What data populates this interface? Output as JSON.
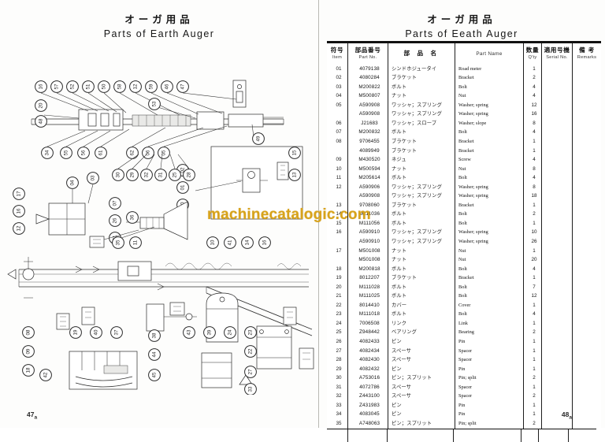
{
  "left_page": {
    "title_jp": "オーガ用品",
    "title_en": "Parts of Earth Auger",
    "page_number": "47",
    "page_suffix": "a"
  },
  "right_page": {
    "title_jp": "オーガ用品",
    "title_en": "Parts of Eeath Auger",
    "page_number": "48",
    "page_suffix": "a"
  },
  "watermark": "machinecatalogic.com",
  "table": {
    "headers": [
      {
        "jp": "符号",
        "en": "Item"
      },
      {
        "jp": "部品番号",
        "en": "Part No."
      },
      {
        "jp": "部 品 名",
        "en": ""
      },
      {
        "jp": "",
        "en": "Part Name"
      },
      {
        "jp": "数量",
        "en": "Q'ty"
      },
      {
        "jp": "適用号機",
        "en": "Serial No."
      },
      {
        "jp": "備 考",
        "en": "Remarks"
      }
    ],
    "rows": [
      {
        "item": "01",
        "part_no": "4079138",
        "jp_name": "シンドホジュータイ",
        "name": "Road meter",
        "qty": "1",
        "serial": "",
        "remarks": ""
      },
      {
        "item": "02",
        "part_no": "4080284",
        "jp_name": "ブラケット",
        "name": "Bracket",
        "qty": "2",
        "serial": "",
        "remarks": ""
      },
      {
        "item": "03",
        "part_no": "M200822",
        "jp_name": "ボルト",
        "name": "Bolt",
        "qty": "4",
        "serial": "",
        "remarks": ""
      },
      {
        "item": "04",
        "part_no": "M500807",
        "jp_name": "ナット",
        "name": "Nut",
        "qty": "4",
        "serial": "",
        "remarks": ""
      },
      {
        "item": "05",
        "part_no": "A590908",
        "jp_name": "ワッシャ；スプリング",
        "name": "Washer; spring",
        "qty": "12",
        "serial": "",
        "remarks": ""
      },
      {
        "item": "",
        "part_no": "A590908",
        "jp_name": "ワッシャ；スプリング",
        "name": "Washer; spring",
        "qty": "16",
        "serial": "",
        "remarks": ""
      },
      {
        "item": "06",
        "part_no": "J21683",
        "jp_name": "ワッシャ；スロープ",
        "name": "Washer; slope",
        "qty": "8",
        "serial": "",
        "remarks": ""
      },
      {
        "item": "07",
        "part_no": "M200832",
        "jp_name": "ボルト",
        "name": "Bolt",
        "qty": "4",
        "serial": "",
        "remarks": ""
      },
      {
        "item": "08",
        "part_no": "9706455",
        "jp_name": "ブラケット",
        "name": "Bracket",
        "qty": "1",
        "serial": "",
        "remarks": ""
      },
      {
        "item": "",
        "part_no": "4089949",
        "jp_name": "ブラケット",
        "name": "Bracket",
        "qty": "1",
        "serial": "",
        "remarks": ""
      },
      {
        "item": "09",
        "part_no": "M430520",
        "jp_name": "ネジュ",
        "name": "Screw",
        "qty": "4",
        "serial": "",
        "remarks": ""
      },
      {
        "item": "10",
        "part_no": "M500594",
        "jp_name": "ナット",
        "name": "Nut",
        "qty": "8",
        "serial": "",
        "remarks": ""
      },
      {
        "item": "11",
        "part_no": "M205614",
        "jp_name": "ボルト",
        "name": "Bolt",
        "qty": "4",
        "serial": "",
        "remarks": ""
      },
      {
        "item": "12",
        "part_no": "A590906",
        "jp_name": "ワッシャ；スプリング",
        "name": "Washer; spring",
        "qty": "8",
        "serial": "",
        "remarks": ""
      },
      {
        "item": "",
        "part_no": "A590908",
        "jp_name": "ワッシャ；スプリング",
        "name": "Washer; spring",
        "qty": "18",
        "serial": "",
        "remarks": ""
      },
      {
        "item": "13",
        "part_no": "9708060",
        "jp_name": "ブラケット",
        "name": "Bracket",
        "qty": "1",
        "serial": "",
        "remarks": ""
      },
      {
        "item": "14",
        "part_no": "M111036",
        "jp_name": "ボルト",
        "name": "Bolt",
        "qty": "2",
        "serial": "",
        "remarks": ""
      },
      {
        "item": "15",
        "part_no": "M111056",
        "jp_name": "ボルト",
        "name": "Bolt",
        "qty": "1",
        "serial": "",
        "remarks": ""
      },
      {
        "item": "16",
        "part_no": "A590910",
        "jp_name": "ワッシャ；スプリング",
        "name": "Washer; spring",
        "qty": "10",
        "serial": "",
        "remarks": ""
      },
      {
        "item": "",
        "part_no": "A590910",
        "jp_name": "ワッシャ；スプリング",
        "name": "Washer; spring",
        "qty": "26",
        "serial": "",
        "remarks": ""
      },
      {
        "item": "17",
        "part_no": "M501008",
        "jp_name": "ナット",
        "name": "Nut",
        "qty": "1",
        "serial": "",
        "remarks": ""
      },
      {
        "item": "",
        "part_no": "M501008",
        "jp_name": "ナット",
        "name": "Nut",
        "qty": "20",
        "serial": "",
        "remarks": ""
      },
      {
        "item": "18",
        "part_no": "M200818",
        "jp_name": "ボルト",
        "name": "Bolt",
        "qty": "4",
        "serial": "",
        "remarks": ""
      },
      {
        "item": "19",
        "part_no": "8012207",
        "jp_name": "ブラケット",
        "name": "Bracket",
        "qty": "1",
        "serial": "",
        "remarks": ""
      },
      {
        "item": "20",
        "part_no": "M111028",
        "jp_name": "ボルト",
        "name": "Bolt",
        "qty": "7",
        "serial": "",
        "remarks": ""
      },
      {
        "item": "21",
        "part_no": "M111025",
        "jp_name": "ボルト",
        "name": "Bolt",
        "qty": "12",
        "serial": "",
        "remarks": ""
      },
      {
        "item": "22",
        "part_no": "8014410",
        "jp_name": "カバー",
        "name": "Cover",
        "qty": "1",
        "serial": "",
        "remarks": ""
      },
      {
        "item": "23",
        "part_no": "M111018",
        "jp_name": "ボルト",
        "name": "Bolt",
        "qty": "4",
        "serial": "",
        "remarks": ""
      },
      {
        "item": "24",
        "part_no": "7006508",
        "jp_name": "リンク",
        "name": "Link",
        "qty": "1",
        "serial": "",
        "remarks": ""
      },
      {
        "item": "25",
        "part_no": "Z948442",
        "jp_name": "ベアリング",
        "name": "Bearing",
        "qty": "2",
        "serial": "",
        "remarks": ""
      },
      {
        "item": "26",
        "part_no": "4082433",
        "jp_name": "ピン",
        "name": "Pin",
        "qty": "1",
        "serial": "",
        "remarks": ""
      },
      {
        "item": "27",
        "part_no": "4082434",
        "jp_name": "スペーサ",
        "name": "Spacer",
        "qty": "1",
        "serial": "",
        "remarks": ""
      },
      {
        "item": "28",
        "part_no": "4082430",
        "jp_name": "スペーサ",
        "name": "Spacer",
        "qty": "1",
        "serial": "",
        "remarks": ""
      },
      {
        "item": "29",
        "part_no": "4082432",
        "jp_name": "ピン",
        "name": "Pin",
        "qty": "1",
        "serial": "",
        "remarks": ""
      },
      {
        "item": "30",
        "part_no": "A753016",
        "jp_name": "ピン；スプリット",
        "name": "Pin; split",
        "qty": "2",
        "serial": "",
        "remarks": ""
      },
      {
        "item": "31",
        "part_no": "4072786",
        "jp_name": "スペーサ",
        "name": "Spacer",
        "qty": "1",
        "serial": "",
        "remarks": ""
      },
      {
        "item": "32",
        "part_no": "Z443100",
        "jp_name": "スペーサ",
        "name": "Spacer",
        "qty": "2",
        "serial": "",
        "remarks": ""
      },
      {
        "item": "33",
        "part_no": "Z431983",
        "jp_name": "ピン",
        "name": "Pin",
        "qty": "1",
        "serial": "",
        "remarks": ""
      },
      {
        "item": "34",
        "part_no": "4083045",
        "jp_name": "ピン",
        "name": "Pin",
        "qty": "1",
        "serial": "",
        "remarks": ""
      },
      {
        "item": "35",
        "part_no": "A748063",
        "jp_name": "ピン；スプリット",
        "name": "Pin; split",
        "qty": "2",
        "serial": "",
        "remarks": ""
      }
    ]
  },
  "drawing": {
    "callouts_upper": [
      "16",
      "57",
      "52",
      "51",
      "50",
      "58",
      "12",
      "59",
      "46",
      "47",
      "53",
      "20",
      "48",
      "49",
      "34",
      "55",
      "56",
      "61",
      "62",
      "06",
      "05",
      "02",
      "01",
      "60"
    ],
    "callouts_mid": [
      "30",
      "29",
      "32",
      "31",
      "25",
      "28",
      "07",
      "26",
      "36",
      "21",
      "17",
      "16",
      "15",
      "13",
      "12",
      "04",
      "03"
    ],
    "callouts_lower": [
      "35",
      "11",
      "10",
      "41",
      "14",
      "16",
      "08",
      "09",
      "18",
      "19",
      "40",
      "37",
      "38",
      "44",
      "45",
      "43",
      "39",
      "24",
      "23",
      "22",
      "27",
      "33",
      "42"
    ]
  }
}
